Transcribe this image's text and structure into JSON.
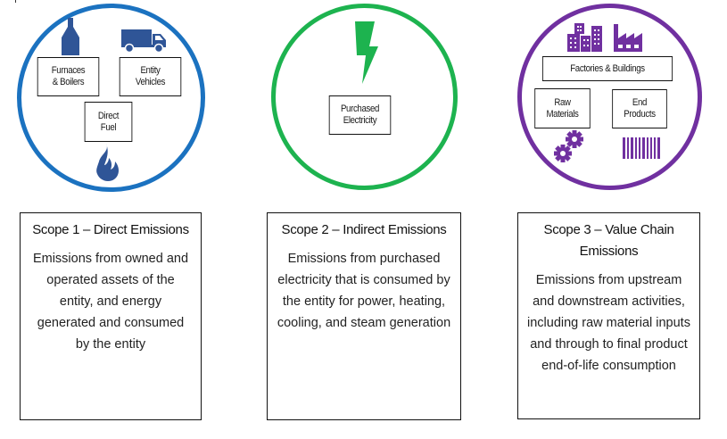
{
  "scope1": {
    "color": "#1b72c0",
    "labels": [
      "Furnaces & Boilers",
      "Entity Vehicles",
      "Direct Fuel"
    ],
    "label_lines": {
      "furnaces": [
        "Furnaces",
        "& Boilers"
      ],
      "vehicles": [
        "Entity",
        "Vehicles"
      ],
      "fuel": [
        "Direct",
        "Fuel"
      ]
    },
    "icons": [
      "bottle-icon",
      "truck-icon",
      "flame-icon"
    ],
    "card_title": "Scope 1 – Direct Emissions",
    "card_text": "Emissions from owned and operated assets of the entity, and energy generated and consumed by the entity"
  },
  "scope2": {
    "color": "#1db34f",
    "label_lines": {
      "electricity": [
        "Purchased",
        "Electricity"
      ]
    },
    "icons": [
      "lightning-bolt-icon"
    ],
    "card_title": "Scope 2 – Indirect Emissions",
    "card_text": "Emissions from purchased electricity that is consumed by the entity for power, heating, cooling, and steam generation"
  },
  "scope3": {
    "color": "#7030a0",
    "label_lines": {
      "factories": [
        "Factories & Buildings"
      ],
      "raw": [
        "Raw",
        "Materials"
      ],
      "end": [
        "End",
        "Products"
      ]
    },
    "icons": [
      "buildings-icon",
      "factory-icon",
      "gears-icon",
      "barcode-icon"
    ],
    "card_title": "Scope 3 – Value Chain Emissions",
    "card_text": "Emissions from upstream and downstream activities, including raw material inputs and through to final product end-of-life consumption"
  }
}
